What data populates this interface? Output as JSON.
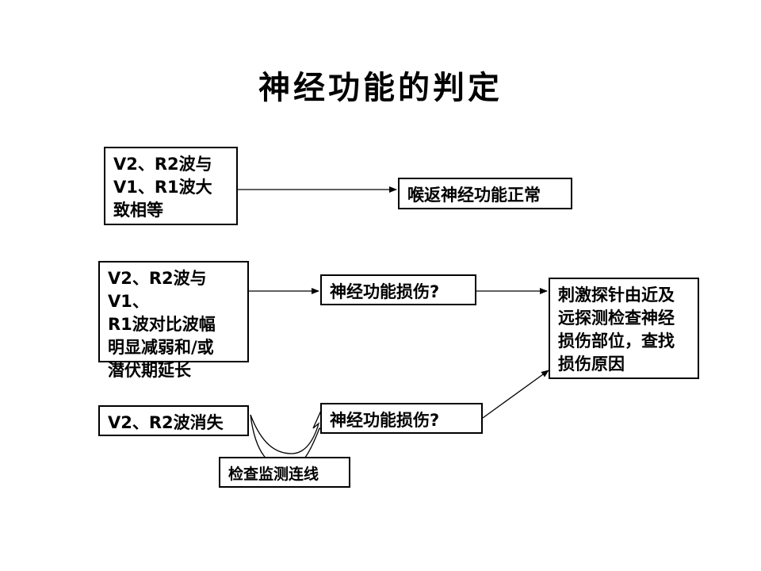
{
  "title": "神经功能的判定",
  "boxes": {
    "cond_equal": "V2、R2波与\nV1、R1波大\n致相等",
    "result_normal": "喉返神经功能正常",
    "cond_reduced": "V2、R2波与V1、\nR1波对比波幅\n明显减弱和/或\n潜伏期延长",
    "result_damage_1": "神经功能损伤?",
    "action_probe": "刺激探针由近及\n远探测检查神经\n损伤部位，查找\n损伤原因",
    "cond_disappear": "V2、R2波消失",
    "result_damage_2": "神经功能损伤?",
    "action_check_leads": "检查监测连线"
  },
  "colors": {
    "stroke": "#000000",
    "background": "#ffffff"
  }
}
